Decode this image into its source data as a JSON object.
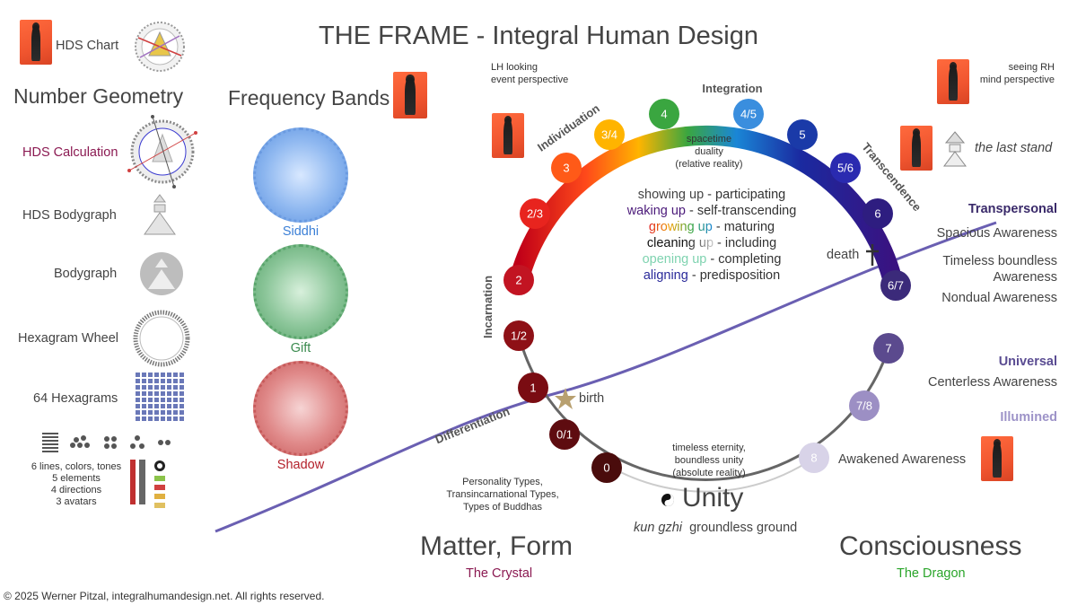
{
  "title": "THE FRAME - Integral Human Design",
  "left": {
    "hds_chart": "HDS Chart",
    "number_geometry": "Number Geometry",
    "items": [
      "HDS Calculation",
      "HDS Bodygraph",
      "Bodygraph",
      "Hexagram Wheel",
      "64 Hexagrams"
    ],
    "bottom_lines": [
      "6 lines, colors, tones",
      "5 elements",
      "4 directions",
      "3 avatars"
    ]
  },
  "bands": {
    "heading": "Frequency Bands",
    "siddhi": "Siddhi",
    "gift": "Gift",
    "shadow": "Shadow"
  },
  "arc": {
    "nodes": [
      "0",
      "0/1",
      "1",
      "1/2",
      "2",
      "2/3",
      "3",
      "3/4",
      "4",
      "4/5",
      "5",
      "5/6",
      "6",
      "6/7",
      "7",
      "7/8",
      "8"
    ],
    "phase_labels": [
      "Differentiation",
      "Incarnation",
      "Individuation",
      "Integration",
      "Transcendence"
    ],
    "birth": "birth",
    "death": "death"
  },
  "top_notes": {
    "lh": [
      "LH looking",
      "event perspective"
    ],
    "rh": [
      "seeing RH",
      "mind perspective"
    ],
    "spacetime": [
      "spacetime",
      "duality",
      "(relative reality)"
    ],
    "last_stand": "the last stand"
  },
  "center_lines": [
    {
      "key": "showing up",
      "rest": " - participating",
      "color": "#444444"
    },
    {
      "key": "waking up",
      "rest": " - self-transcending",
      "color": "#4b1a7a"
    },
    {
      "key": "growing up",
      "rest": " - maturing",
      "color": "rainbow"
    },
    {
      "key": "cleaning up",
      "rest": " - including",
      "color": "#111111"
    },
    {
      "key": "opening up",
      "rest": " - completing",
      "color": "#7fd3b0"
    },
    {
      "key": "aligning",
      "rest": " - predisposition",
      "color": "#2a2a9a"
    }
  ],
  "right": {
    "transpersonal": "Transpersonal",
    "spacious": "Spacious Awareness",
    "timeless": [
      "Timeless boundless",
      "Awareness"
    ],
    "nondual": "Nondual Awareness",
    "universal": "Universal",
    "centerless": "Centerless Awareness",
    "illumined": "Illumined",
    "awakened": "Awakened Awareness"
  },
  "bottom": {
    "types": [
      "Personality Types,",
      "Transincarnational Types,",
      "Types of Buddhas"
    ],
    "eternity": [
      "timeless eternity,",
      "boundless unity",
      "(absolute reality)"
    ],
    "unity": "Unity",
    "kun": "kun gzhi",
    "groundless": "groundless ground",
    "matter": "Matter, Form",
    "crystal": "The Crystal",
    "consciousness": "Consciousness",
    "dragon": "The Dragon",
    "copyright": "© 2025 Werner Pitzal, integralhumandesign.net. All rights reserved."
  },
  "colors": {
    "crystal": "#8b1a52",
    "dragon": "#2aa52a",
    "siddhi": "#3b7fd6",
    "gift": "#3a8a4e",
    "shadow": "#b3202a",
    "transpersonal": "#3a2a6a",
    "universal": "#5a4c92",
    "illumined": "#9d93c8",
    "curve": "#6a5fb2"
  }
}
